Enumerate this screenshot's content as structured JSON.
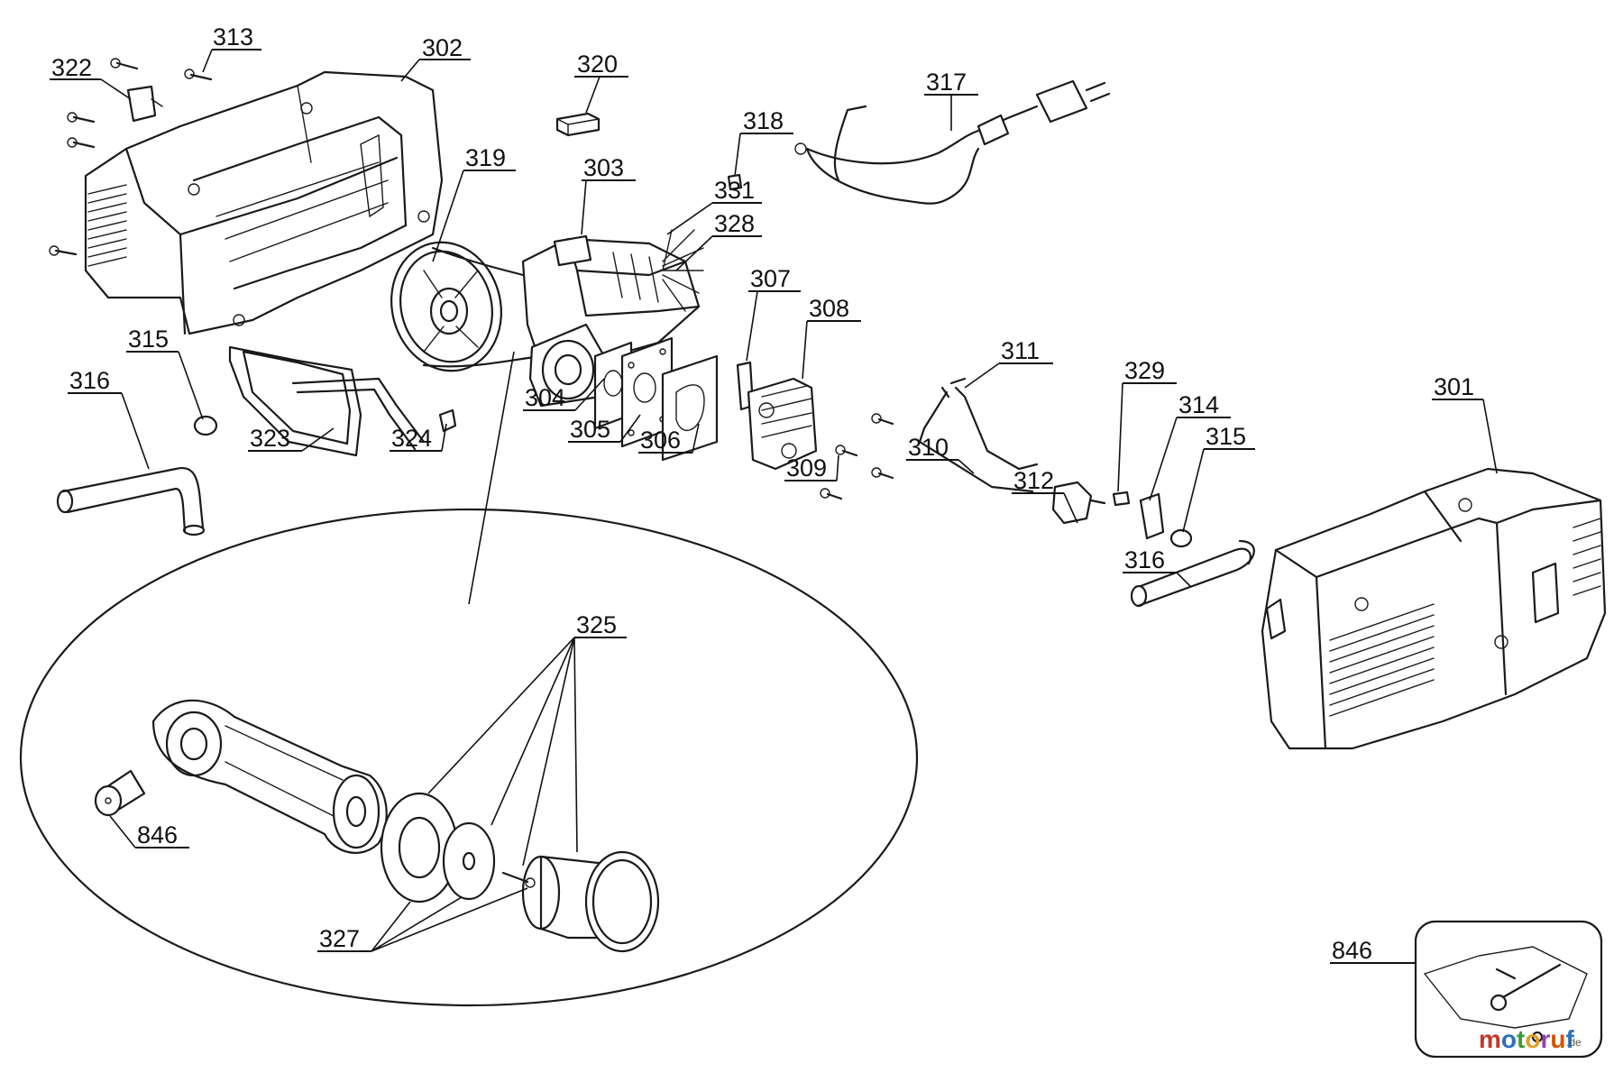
{
  "labels": {
    "l302": "302",
    "l313": "313",
    "l322": "322",
    "l320": "320",
    "l317": "317",
    "l318": "318",
    "l319": "319",
    "l303": "303",
    "l331": "331",
    "l328": "328",
    "l307": "307",
    "l308": "308",
    "l315a": "315",
    "l316a": "316",
    "l311": "311",
    "l329": "329",
    "l301": "301",
    "l314": "314",
    "l315b": "315",
    "l304": "304",
    "l305": "305",
    "l306": "306",
    "l323": "323",
    "l324": "324",
    "l310": "310",
    "l309": "309",
    "l312": "312",
    "l316b": "316",
    "l325": "325",
    "l846a": "846",
    "l327": "327",
    "l846b": "846"
  },
  "watermark": {
    "brand_main": "motoruf",
    "brand_suffix": ".de"
  },
  "colors": {
    "line": "#1a1a1a",
    "brand_letters": [
      "#c0392b",
      "#2e6fbf",
      "#3a9b3a",
      "#e0a020",
      "#8e44ad",
      "#d35400",
      "#2e6fbf"
    ]
  }
}
